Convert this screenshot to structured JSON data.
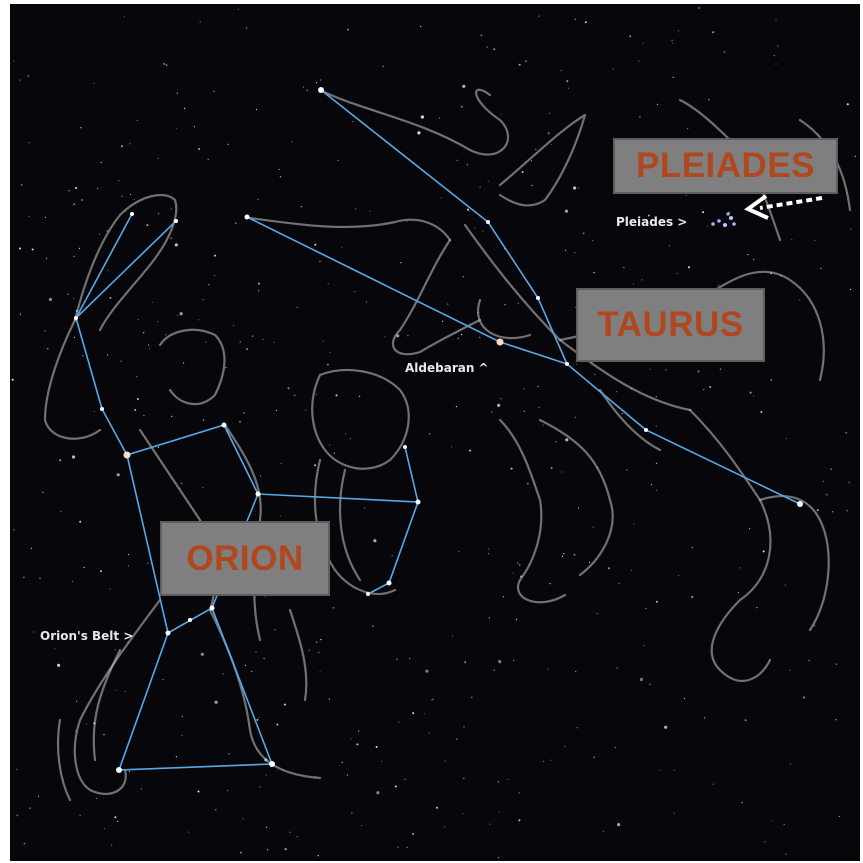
{
  "labels": {
    "pleiades_box": "PLEIADES",
    "taurus_box": "TAURUS",
    "orion_box": "ORION",
    "pleiades_marker": "Pleiades >",
    "aldebaran_marker": "Aldebaran ^",
    "belt_marker": "Orion's Belt >"
  },
  "colors": {
    "sky": "#07070b",
    "constellation_line": "#58a8e6",
    "label_box_fill": "#7f7f7f",
    "label_box_text": "#b0471e",
    "figure_outline": "#c9c9c9"
  },
  "icons": {
    "pleiades_pointer": "dashed-arrow-left-icon"
  }
}
